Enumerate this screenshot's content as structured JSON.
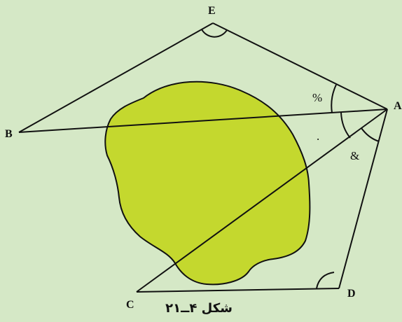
{
  "figure": {
    "caption": "شکل ۴ــ۲۱",
    "blob_color": "#c4d82e",
    "background_color": "#d5e8c6",
    "line_color": "#111111"
  },
  "vertex_labels": {
    "A": "A",
    "B": "B",
    "C": "C",
    "D": "D",
    "E": "E"
  },
  "angle_marks": {
    "upper_at_A": "%",
    "lower_at_A": "&",
    "dot": "."
  }
}
